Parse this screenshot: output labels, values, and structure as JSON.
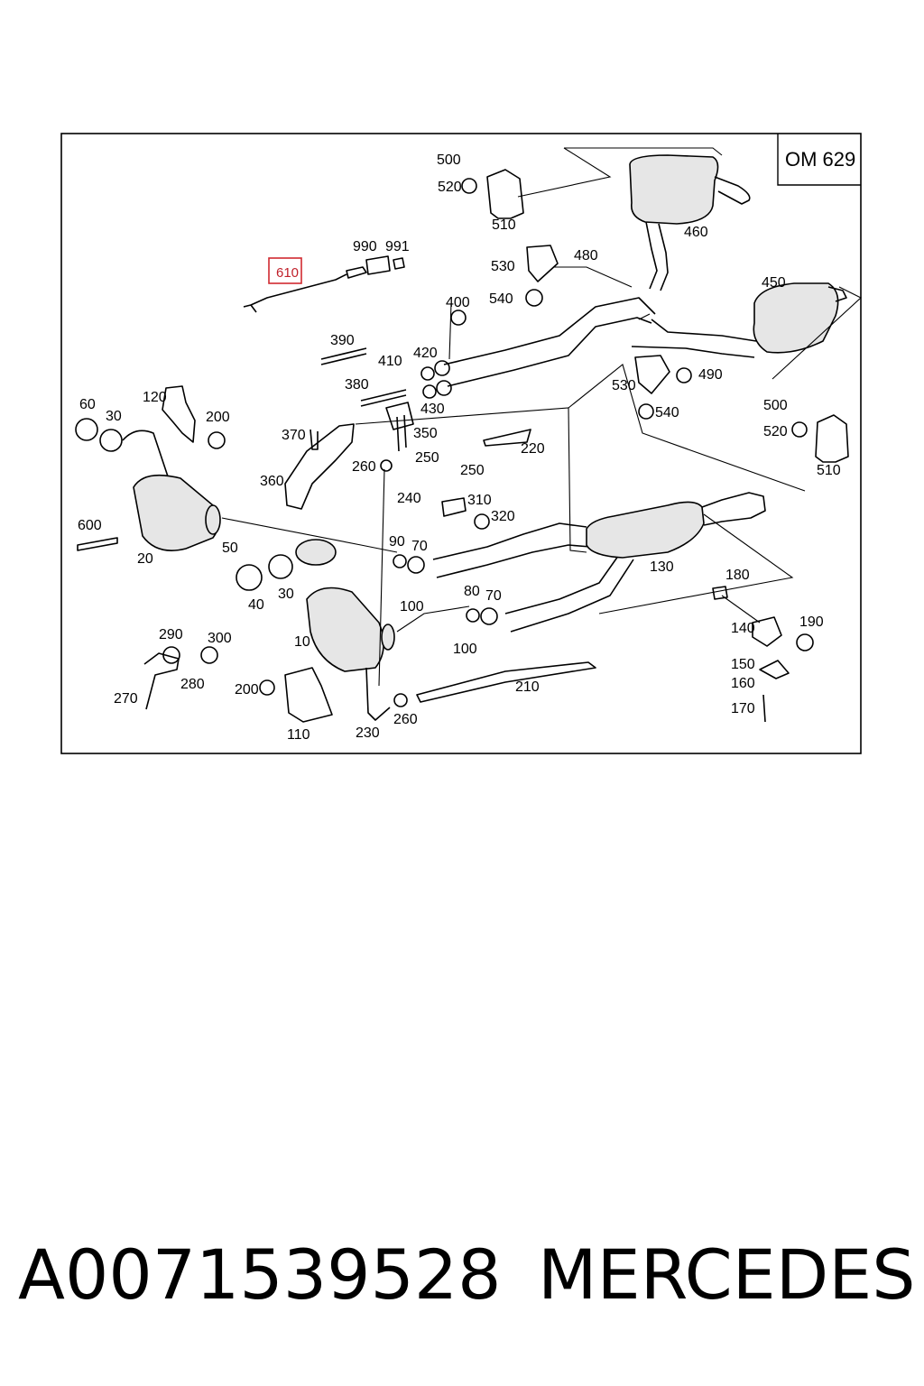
{
  "diagram": {
    "engine_code": "OM 629",
    "highlighted_part": "610",
    "callouts": [
      "500",
      "520",
      "510",
      "460",
      "990",
      "991",
      "610",
      "480",
      "530",
      "540",
      "450",
      "400",
      "390",
      "410",
      "420",
      "380",
      "430",
      "530",
      "540",
      "490",
      "500",
      "520",
      "510",
      "60",
      "30",
      "120",
      "200",
      "370",
      "350",
      "250",
      "250",
      "220",
      "260",
      "360",
      "240",
      "310",
      "320",
      "600",
      "20",
      "50",
      "90",
      "70",
      "130",
      "180",
      "40",
      "30",
      "100",
      "80",
      "70",
      "10",
      "100",
      "140",
      "190",
      "290",
      "300",
      "150",
      "160",
      "270",
      "280",
      "200",
      "210",
      "170",
      "110",
      "230",
      "260"
    ]
  },
  "caption": {
    "part_number": "A0071539528",
    "brand": "MERCEDES"
  }
}
